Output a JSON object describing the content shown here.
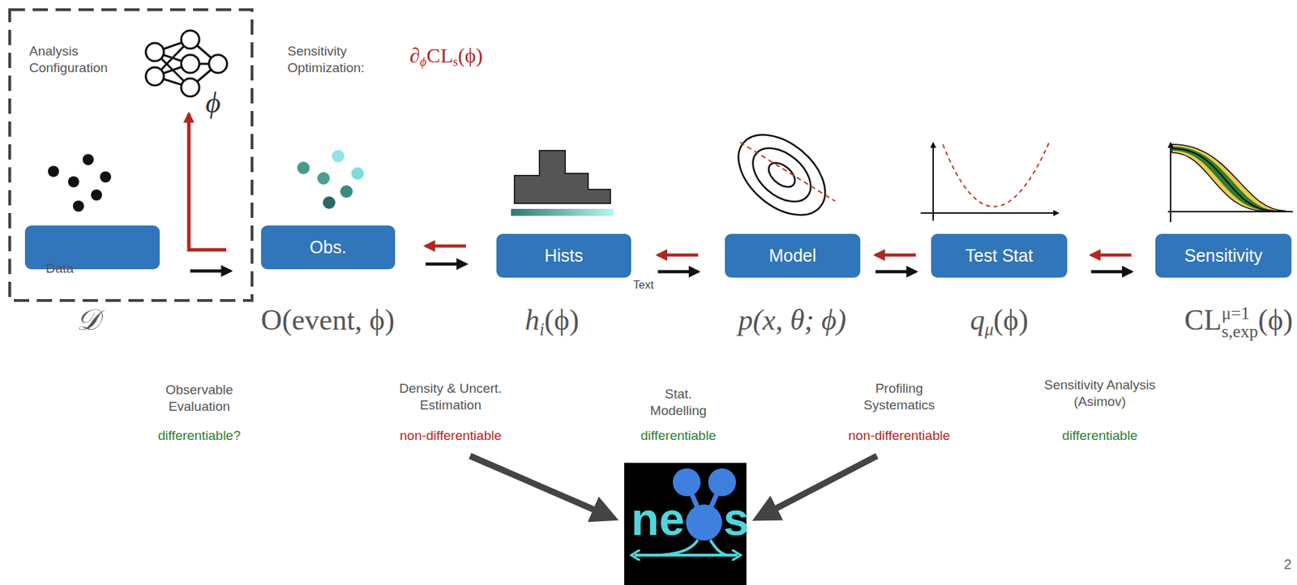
{
  "diagram": {
    "nodes": [
      {
        "text": [
          "Analysis Configuration"
        ]
      },
      {
        "text": [
          "Data"
        ],
        "in": 0
      },
      {
        "text": [
          "Obs."
        ]
      },
      {
        "text": [
          "Hists"
        ]
      },
      {
        "text": [
          "Model"
        ]
      },
      {
        "text": [
          "Test Stat"
        ]
      },
      {
        "text": [
          "Sensitivity"
        ]
      }
    ],
    "edges": [
      {
        "from": 1,
        "to": 2,
        "arrow": "to"
      },
      {
        "from": 2,
        "to": 3,
        "arrow": "to"
      },
      {
        "from": 3,
        "to": 2,
        "arrow": "to"
      },
      {
        "from": 3,
        "to": 4,
        "arrow": "to"
      },
      {
        "from": 4,
        "to": 3,
        "arrow": "to"
      },
      {
        "from": 4,
        "to": 5,
        "arrow": "to"
      },
      {
        "from": 5,
        "to": 4,
        "arrow": "to"
      },
      {
        "from": 5,
        "to": 6,
        "arrow": "to"
      },
      {
        "from": 6,
        "to": 5,
        "arrow": "to"
      }
    ],
    "labels": [
      "Sensitivity Optimization:",
      "∂",
      "ϕ",
      "CL",
      "s",
      "(ϕ)",
      "ϕ",
      "𝒟",
      "O(event, ϕ)",
      "h",
      "i",
      "(ϕ)",
      "p(x, θ; ϕ)",
      "q",
      "μ",
      "(ϕ)",
      "CL",
      "μ=1",
      "s,exp",
      "(ϕ)",
      "Text",
      "Observable Evaluation",
      "differentiable?",
      "Density & Uncert. Estimation",
      "non-differentiable",
      "Stat. Modelling",
      "differentiable",
      "Profiling Systematics",
      "non-differentiable",
      "Sensitivity Analysis (Asimov)",
      "differentiable",
      "ne",
      "s",
      "2"
    ]
  }
}
